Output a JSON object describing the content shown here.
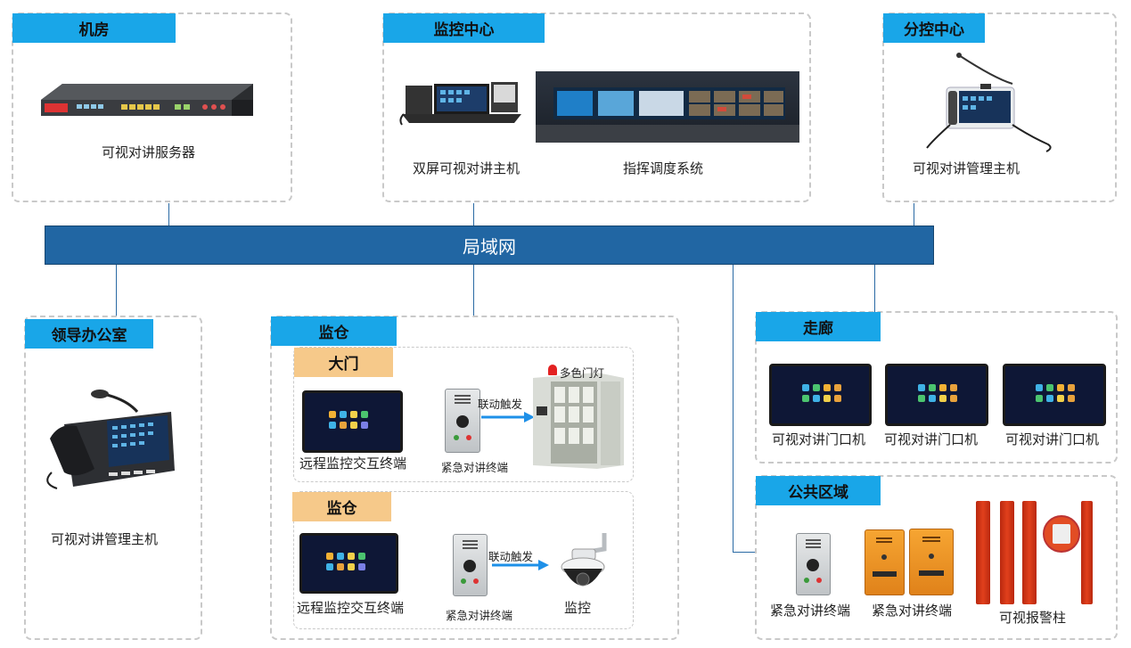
{
  "lan": {
    "label": "局域网"
  },
  "jifang": {
    "title": "机房",
    "server_label": "可视对讲服务器"
  },
  "jiankong_center": {
    "title": "监控中心",
    "dual_label": "双屏可视对讲主机",
    "dispatch_label": "指挥调度系统"
  },
  "fenkong": {
    "title": "分控中心",
    "label": "可视对讲管理主机"
  },
  "office": {
    "title": "领导办公室",
    "label": "可视对讲管理主机"
  },
  "jiancang": {
    "title": "监仓",
    "gate": {
      "title": "大门",
      "terminal_label": "远程监控交互终端",
      "emergency_label": "紧急对讲终端",
      "trigger_label": "联动触发",
      "lamp_label": "多色门灯"
    },
    "cell": {
      "title": "监仓",
      "terminal_label": "远程监控交互终端",
      "emergency_label": "紧急对讲终端",
      "trigger_label": "联动触发",
      "camera_label": "监控"
    }
  },
  "corridor": {
    "title": "走廊",
    "items": [
      "可视对讲门口机",
      "可视对讲门口机",
      "可视对讲门口机"
    ]
  },
  "public": {
    "title": "公共区域",
    "emergency1_label": "紧急对讲终端",
    "emergency2_label": "紧急对讲终端",
    "pillar_label": "可视报警柱"
  },
  "colors": {
    "header": "#19a6e8",
    "sub_header": "#f6c98a",
    "lan": "#2166a3",
    "arrow": "#1e90e8"
  }
}
